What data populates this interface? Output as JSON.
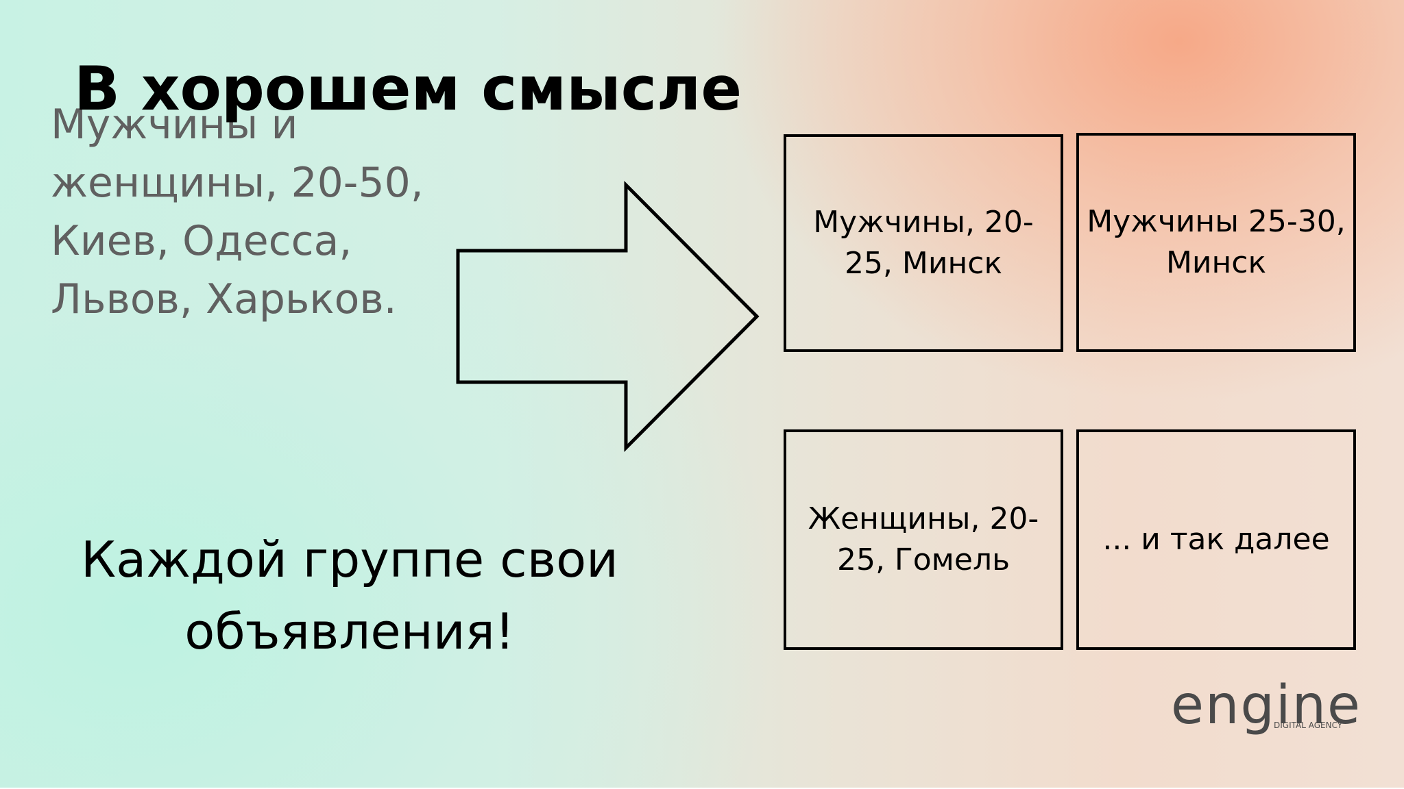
{
  "slide": {
    "title": "В хорошем смысле",
    "source_audience": "Мужчины и женщины, 20-50, Киев, Одесса, Львов, Харьков.",
    "segments": [
      "Мужчины, 20-25, Минск",
      "Мужчины 25-30, Минск",
      "Женщины, 20-25, Гомель",
      "... и так далее"
    ],
    "tagline": "Каждой группе свои объявления!",
    "logo": {
      "word": "engine",
      "subtitle": "DIGITAL AGENCY"
    }
  },
  "colors": {
    "text": "#000000",
    "muted_text": "#606060",
    "peach_accent": "#f6a684",
    "mint_accent": "#c8f2e4"
  }
}
